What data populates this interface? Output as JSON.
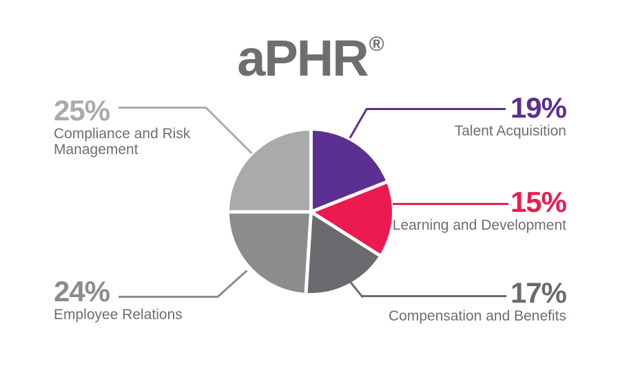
{
  "title": {
    "text": "aPHR",
    "registered_mark": "®"
  },
  "colors": {
    "background": "#FFFFFF",
    "title": "#6D6E71",
    "label": "#6D6E71",
    "pie_outline": "#FFFFFF"
  },
  "chart_data": {
    "type": "pie",
    "title": "aPHR®",
    "start_angle_deg": 0,
    "direction": "clockwise",
    "legend_position": "callout-labels",
    "units": "percent",
    "slices": [
      {
        "label": "Talent Acquisition",
        "value": 19,
        "display": "19%",
        "color": "#5C2F93"
      },
      {
        "label": "Learning and Development",
        "value": 15,
        "display": "15%",
        "color": "#EC1A4E"
      },
      {
        "label": "Compensation and Benefits",
        "value": 17,
        "display": "17%",
        "color": "#6A6B6E"
      },
      {
        "label": "Employee Relations",
        "value": 24,
        "display": "24%",
        "color": "#8A8C8E"
      },
      {
        "label": "Compliance and Risk Management",
        "value": 25,
        "display": "25%",
        "color": "#A8AAAC"
      }
    ]
  }
}
